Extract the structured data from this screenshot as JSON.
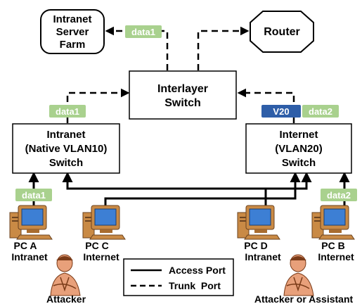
{
  "nodes": {
    "server_farm": [
      "Intranet",
      "Server",
      "Farm"
    ],
    "router": "Router",
    "interlayer_switch": [
      "Interlayer",
      "Switch"
    ],
    "intranet_switch": [
      "Intranet",
      "(Native VLAN10)",
      "Switch"
    ],
    "internet_switch": [
      "Internet",
      "(VLAN20)",
      "Switch"
    ]
  },
  "tags": {
    "data1_farm": "data1",
    "data1_interlayer": "data1",
    "data1_pc_a": "data1",
    "v20": "V20",
    "data2_interlayer": "data2",
    "data2_pc_b": "data2"
  },
  "pcs": {
    "pc_a": [
      "PC A",
      "Intranet"
    ],
    "pc_c": [
      "PC C",
      "Internet"
    ],
    "pc_d": [
      "PC D",
      "Intranet"
    ],
    "pc_b": [
      "PC B",
      "Internet"
    ]
  },
  "people": {
    "attacker": "Attacker",
    "attacker_assistant": "Attacker or Assistant"
  },
  "legend": {
    "access": "Access Port",
    "trunk": "Trunk  Port"
  },
  "colors": {
    "tag_green": "#a9d18e",
    "tag_blue": "#2e5ea8",
    "monitor_case": "#c98a45",
    "monitor_screen": "#3d7fd4",
    "person_skin": "#e8a07a"
  }
}
